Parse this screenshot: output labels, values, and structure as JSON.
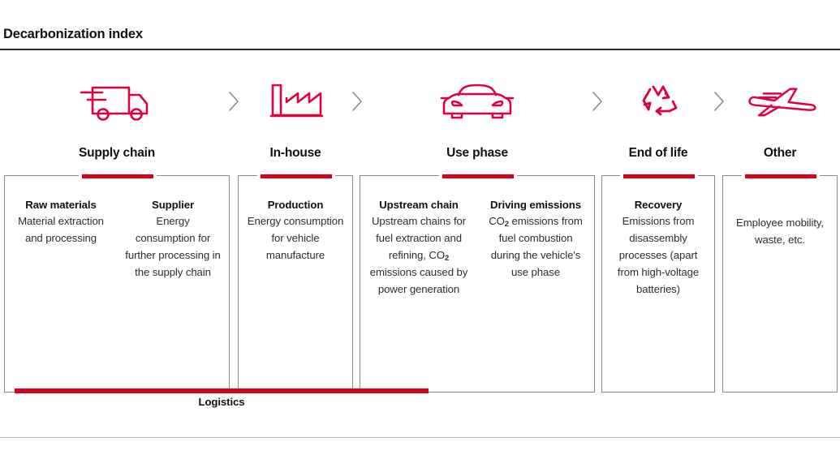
{
  "header": {
    "title": "Decarbonization index"
  },
  "accent_color": "#d5001c",
  "border_color": "#8a8a8a",
  "stages": [
    {
      "id": "supply-chain",
      "label": "Supply chain",
      "icon": "truck-icon",
      "columns": [
        {
          "title": "Raw materials",
          "body": "Material extraction and processing"
        },
        {
          "title": "Supplier",
          "body": "Energy consumption for further processing in the supply chain"
        }
      ]
    },
    {
      "id": "in-house",
      "label": "In-house",
      "icon": "factory-icon",
      "columns": [
        {
          "title": "Production",
          "body": "Energy consumption for vehicle manufacture"
        }
      ]
    },
    {
      "id": "use-phase",
      "label": "Use phase",
      "icon": "car-icon",
      "columns": [
        {
          "title": "Upstream chain",
          "body_pre": "Upstream chains for fuel extraction and refining, CO",
          "body_sub": "2",
          "body_post": " emissions caused by power generation"
        },
        {
          "title": "Driving emissions",
          "body_pre": "CO",
          "body_sub": "2",
          "body_post": " emissions from fuel combustion during the vehicle's use phase"
        }
      ]
    },
    {
      "id": "end-of-life",
      "label": "End of life",
      "icon": "recycle-icon",
      "columns": [
        {
          "title": "Recovery",
          "body": "Emissions from disassembly processes (apart from high-voltage batteries)"
        }
      ]
    },
    {
      "id": "other",
      "label": "Other",
      "icon": "airplane-icon",
      "columns": [
        {
          "title": "",
          "body": "Employee mobility, waste, etc."
        }
      ]
    }
  ],
  "separators": [
    {
      "name": "chevron-right-icon"
    },
    {
      "name": "chevron-right-icon"
    },
    {
      "name": "chevron-right-icon"
    },
    {
      "name": "chevron-right-icon"
    }
  ],
  "logistics": {
    "label": "Logistics"
  }
}
